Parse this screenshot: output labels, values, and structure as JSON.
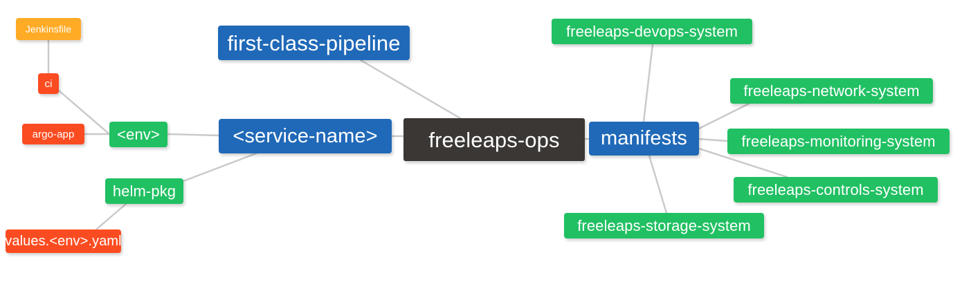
{
  "diagram": {
    "title": "freeleaps-ops mind map",
    "background": "#ffffff",
    "edge_color": "#c9c9c9",
    "colors": {
      "root": "#3b3734",
      "blue": "#2069b8",
      "green": "#21c063",
      "orange": "#ffab26",
      "red": "#fb4c21",
      "text": "#ffffff"
    },
    "nodes": {
      "root": "freeleaps-ops",
      "service_name": "<service-name>",
      "first_class_pipeline": "first-class-pipeline",
      "env": "<env>",
      "ci": "ci",
      "jenkinsfile": "Jenkinsfile",
      "argo_app": "argo-app",
      "helm_pkg": "helm-pkg",
      "values_yaml": "values.<env>.yaml",
      "manifests": "manifests",
      "devops_system": "freeleaps-devops-system",
      "network_system": "freeleaps-network-system",
      "monitoring_system": "freeleaps-monitoring-system",
      "controls_system": "freeleaps-controls-system",
      "storage_system": "freeleaps-storage-system"
    }
  }
}
